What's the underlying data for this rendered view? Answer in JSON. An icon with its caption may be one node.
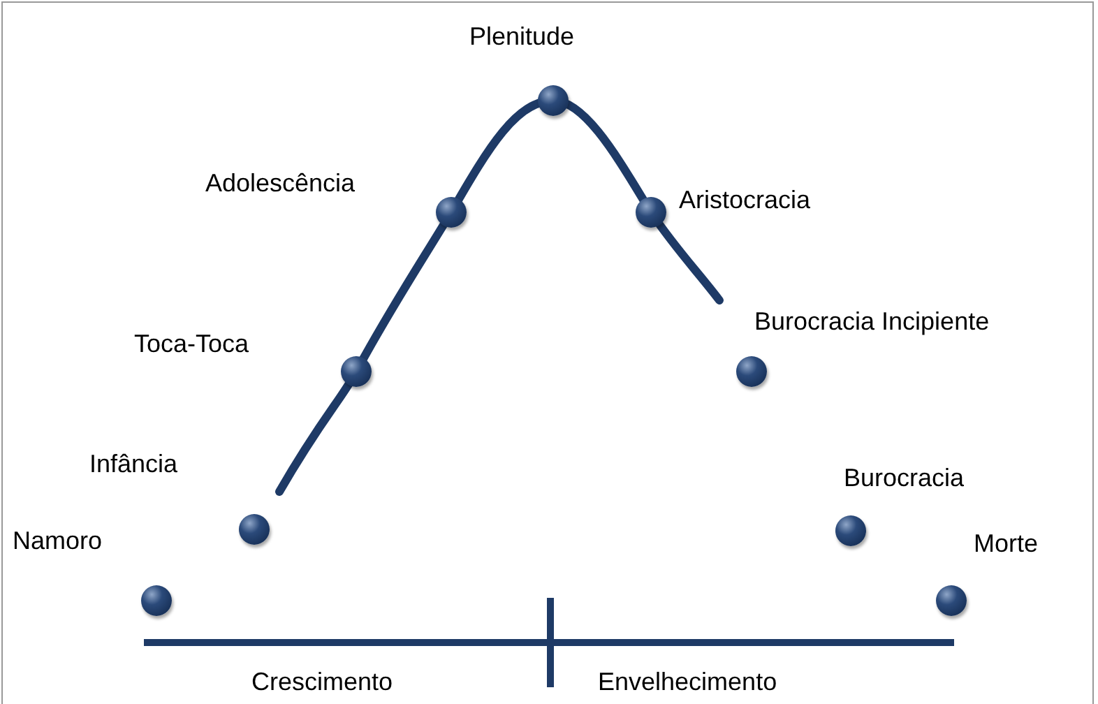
{
  "diagram": {
    "nodes": [
      {
        "text": [],
        "shape": "circle",
        "beside": [
          "Namoro"
        ]
      },
      {
        "text": [],
        "shape": "circle",
        "beside": [
          "Infância"
        ]
      },
      {
        "text": [],
        "shape": "circle",
        "beside": [
          "Toca-Toca"
        ]
      },
      {
        "text": [],
        "shape": "circle",
        "beside": [
          "Adolescência"
        ]
      },
      {
        "text": [],
        "shape": "circle",
        "beside": [
          "Plenitude"
        ]
      },
      {
        "text": [],
        "shape": "circle",
        "beside": [
          "Aristocracia"
        ]
      },
      {
        "text": [],
        "shape": "circle",
        "beside": [
          "Burocracia Incipiente"
        ]
      },
      {
        "text": [],
        "shape": "circle",
        "beside": [
          "Burocracia"
        ]
      },
      {
        "text": [],
        "shape": "circle",
        "beside": [
          "Morte"
        ]
      }
    ],
    "labels": [
      "Crescimento",
      "Envelhecimento"
    ]
  }
}
